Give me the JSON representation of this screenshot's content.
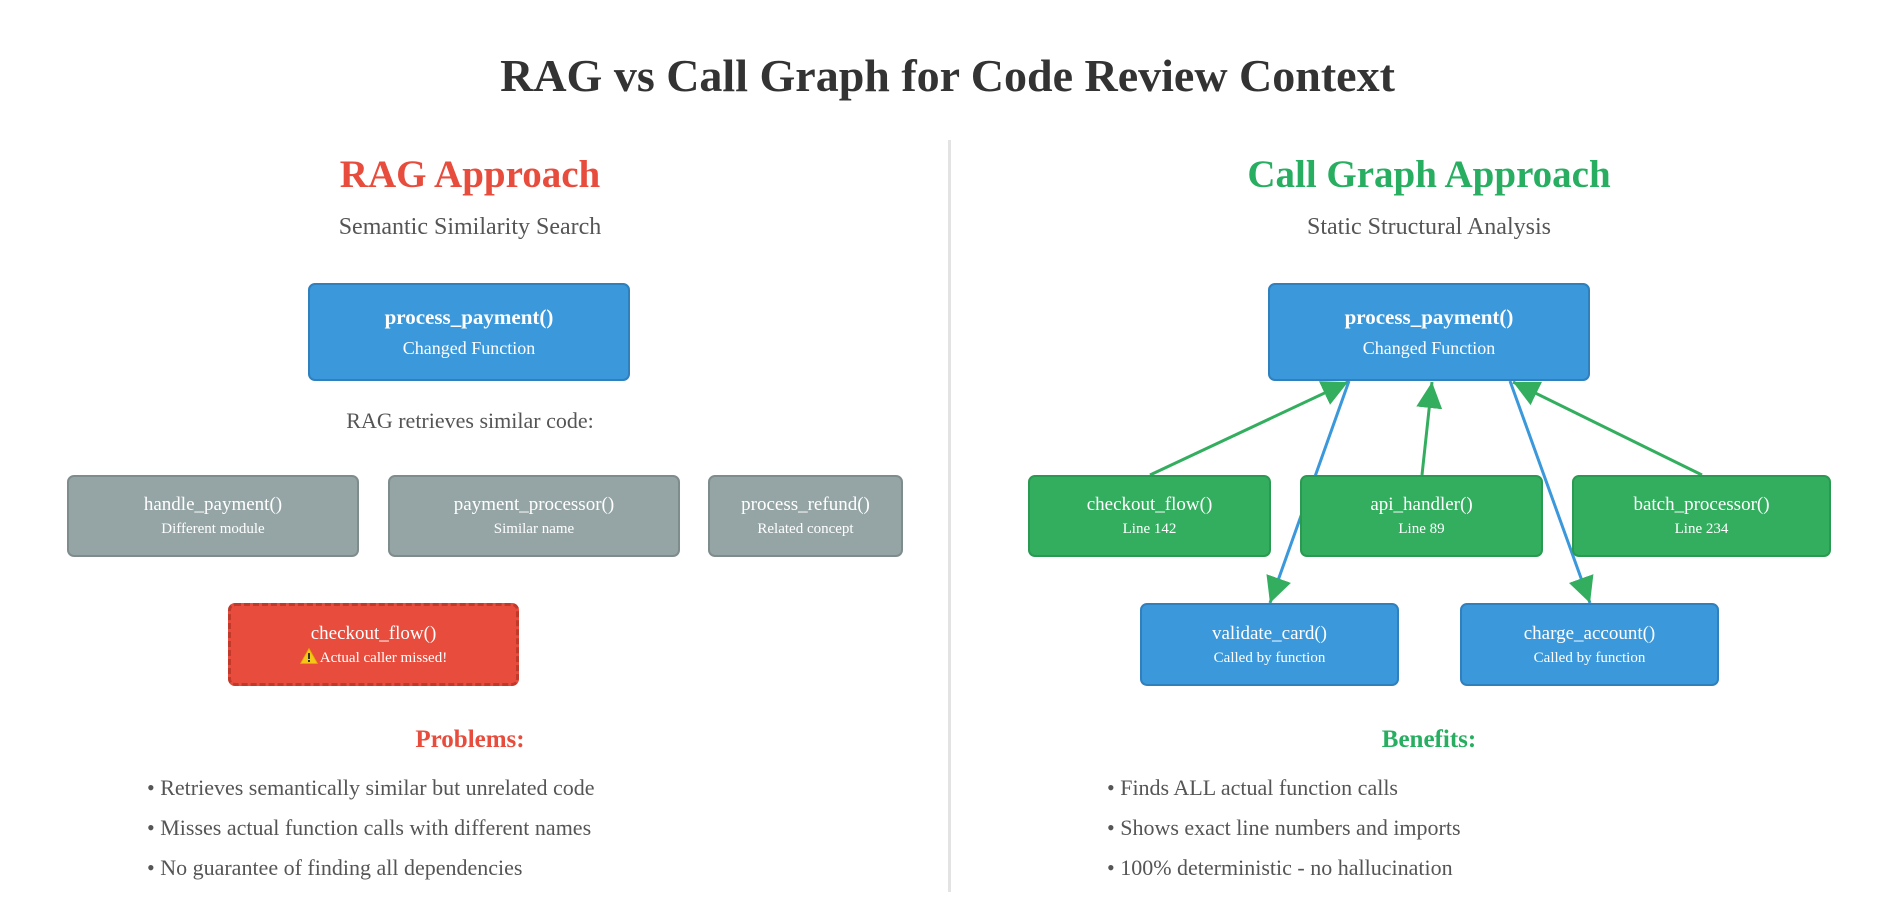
{
  "title": "RAG vs Call Graph for Code Review Context",
  "colors": {
    "rag_accent": "#e74c3c",
    "callgraph_accent": "#27ae60",
    "changed_function": "#3a98db",
    "retrieved_similar": "#95a5a6",
    "caller": "#33ae5f",
    "missed_caller": "#e74c3c",
    "caller_edge": "#33ae5f",
    "callee_edge": "#3a98db"
  },
  "rag": {
    "heading": "RAG Approach",
    "subheading": "Semantic Similarity Search",
    "changed": {
      "name": "process_payment()",
      "desc": "Changed Function"
    },
    "caption": "RAG retrieves similar code:",
    "retrieved": [
      {
        "name": "handle_payment()",
        "desc": "Different module"
      },
      {
        "name": "payment_processor()",
        "desc": "Similar name"
      },
      {
        "name": "process_refund()",
        "desc": "Related concept"
      }
    ],
    "missed": {
      "name": "checkout_flow()",
      "icon": "warning-icon",
      "desc": "Actual caller missed!"
    },
    "list_heading": "Problems:",
    "list": [
      "Retrieves semantically similar but unrelated code",
      "Misses actual function calls with different names",
      "No guarantee of finding all dependencies"
    ]
  },
  "callgraph": {
    "heading": "Call Graph Approach",
    "subheading": "Static Structural Analysis",
    "changed": {
      "name": "process_payment()",
      "desc": "Changed Function"
    },
    "callers": [
      {
        "name": "checkout_flow()",
        "desc": "Line 142"
      },
      {
        "name": "api_handler()",
        "desc": "Line 89"
      },
      {
        "name": "batch_processor()",
        "desc": "Line 234"
      }
    ],
    "callees": [
      {
        "name": "validate_card()",
        "desc": "Called by function"
      },
      {
        "name": "charge_account()",
        "desc": "Called by function"
      }
    ],
    "edges": [
      {
        "from": "checkout_flow()",
        "to": "process_payment()",
        "kind": "caller"
      },
      {
        "from": "api_handler()",
        "to": "process_payment()",
        "kind": "caller"
      },
      {
        "from": "batch_processor()",
        "to": "process_payment()",
        "kind": "caller"
      },
      {
        "from": "process_payment()",
        "to": "validate_card()",
        "kind": "callee"
      },
      {
        "from": "process_payment()",
        "to": "charge_account()",
        "kind": "callee"
      }
    ],
    "list_heading": "Benefits:",
    "list": [
      "Finds ALL actual function calls",
      "Shows exact line numbers and imports",
      "100% deterministic - no hallucination"
    ]
  }
}
